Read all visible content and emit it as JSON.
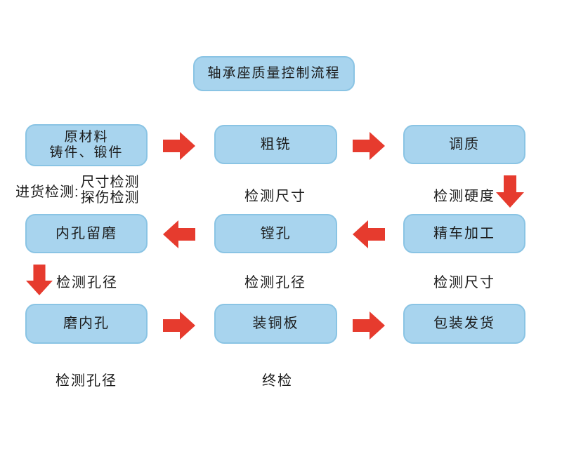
{
  "title": "轴承座质量控制流程",
  "colors": {
    "box_fill": "#a8d4ee",
    "box_border": "#8ac4e4",
    "arrow_red": "#e63b2e",
    "text": "#1b1b1b",
    "background": "#ffffff"
  },
  "nodes": {
    "raw_material_line1": "原材料",
    "raw_material_line2": "铸件、锻件",
    "rough_milling": "粗铣",
    "tempering": "调质",
    "bore_grind_allowance": "内孔留磨",
    "boring": "镗孔",
    "fine_turning": "精车加工",
    "grind_inner_hole": "磨内孔",
    "install_copper_plate": "装铜板",
    "pack_and_ship": "包装发货"
  },
  "labels": {
    "incoming_inspection": "进货检测:",
    "dimension_check": "尺寸检测",
    "flaw_check": "探伤检测",
    "inspect_dimension_row1": "检测尺寸",
    "inspect_hardness": "检测硬度",
    "inspect_hole_row2_left": "检测孔径",
    "inspect_hole_row2_mid": "检测孔径",
    "inspect_dimension_row2": "检测尺寸",
    "inspect_hole_row3": "检测孔径",
    "final_inspection": "终检"
  }
}
